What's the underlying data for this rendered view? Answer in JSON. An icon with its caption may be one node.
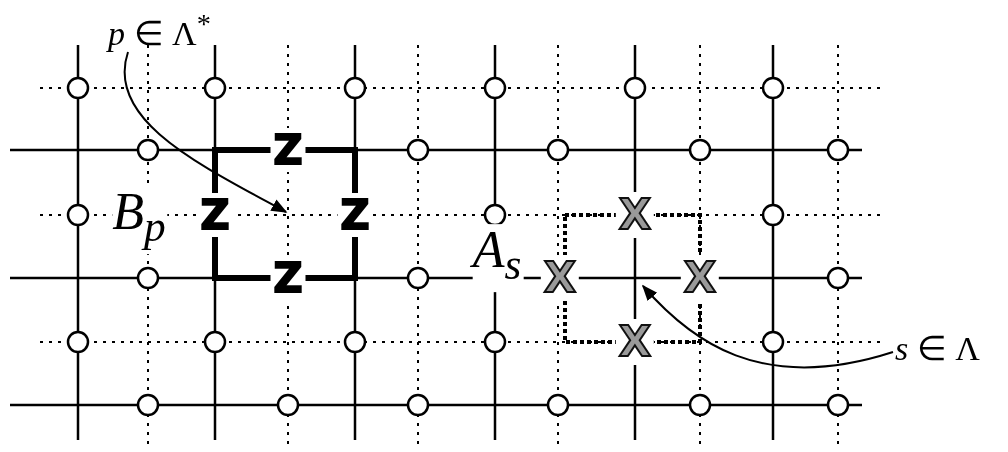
{
  "diagram": {
    "nodes": [
      {
        "text": [
          "*p* ∈ Λ$^{*}$"
        ]
      },
      {
        "text": [
          "*s* ∈ Λ"
        ]
      }
    ],
    "edges": [
      {
        "from": 0,
        "to": null,
        "arrow": "to"
      },
      {
        "from": 1,
        "to": null,
        "arrow": "to"
      }
    ],
    "labels": [
      "Z",
      "B$_{p}$",
      "Z",
      "Z",
      "X",
      "Z",
      "A$_{s}$",
      "X",
      "X",
      "X"
    ]
  }
}
